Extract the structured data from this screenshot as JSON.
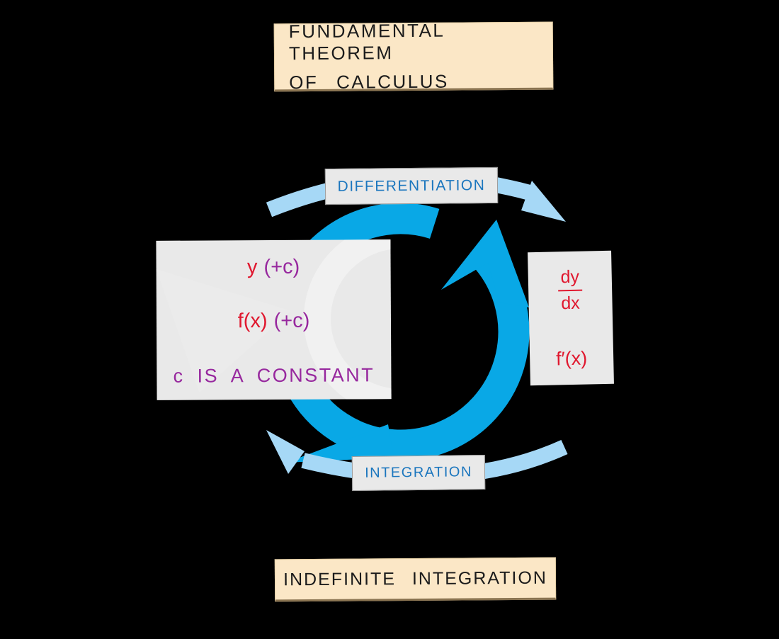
{
  "header": {
    "title_line1": "FUNDAMENTAL THEOREM",
    "title_line2": "OF CALCULUS"
  },
  "cycle": {
    "top_label": "DIFFERENTIATION",
    "bottom_label": "INTEGRATION",
    "ring_arrow_color": "#09A8E6",
    "outer_arrow_color": "#A6D8F6",
    "label_text_color": "#1B76BE"
  },
  "antiderivative_box": {
    "line1": {
      "function": "y",
      "constant": "(+c)"
    },
    "line2": {
      "function": "f(x)",
      "constant": "(+c)"
    },
    "note": "c IS A CONSTANT",
    "function_color": "#E0182F",
    "constant_color": "#97289E"
  },
  "derivative_box": {
    "fraction_numerator": "dy",
    "fraction_denominator": "dx",
    "prime_notation": "f′(x)",
    "text_color": "#E0182F"
  },
  "footer": {
    "label": "INDEFINITE INTEGRATION"
  },
  "colors": {
    "background": "#000000",
    "title_box_bg": "#FBE7C6",
    "panel_bg": "#E9E9E9",
    "title_text": "#1B1B1B"
  }
}
